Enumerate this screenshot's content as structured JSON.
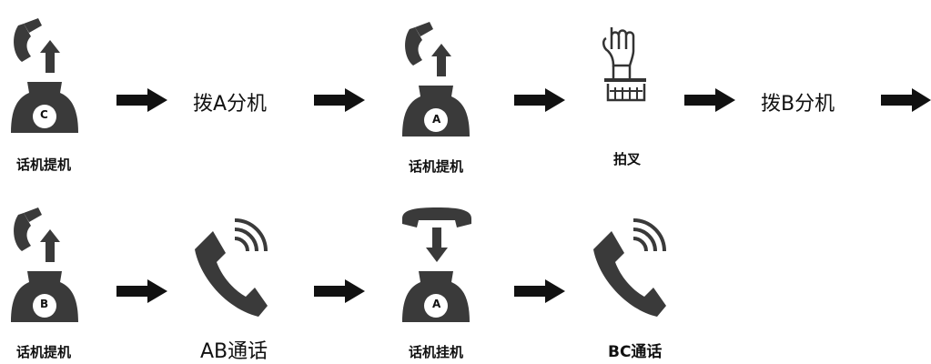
{
  "row1": {
    "phone_c_label": "话机提机",
    "phone_c_letter": "C",
    "step_dial_a": "拨A分机",
    "phone_a_label": "话机提机",
    "phone_a_letter": "A",
    "flash_label": "拍叉",
    "step_dial_b": "拨B分机"
  },
  "row2": {
    "phone_b_label": "话机提机",
    "phone_b_letter": "B",
    "call_ab_label": "AB通话",
    "phone_a2_label": "话机挂机",
    "phone_a2_letter": "A",
    "call_bc_label": "BC通话"
  },
  "colors": {
    "icon": "#3a3a3a",
    "arrow": "#111111"
  }
}
